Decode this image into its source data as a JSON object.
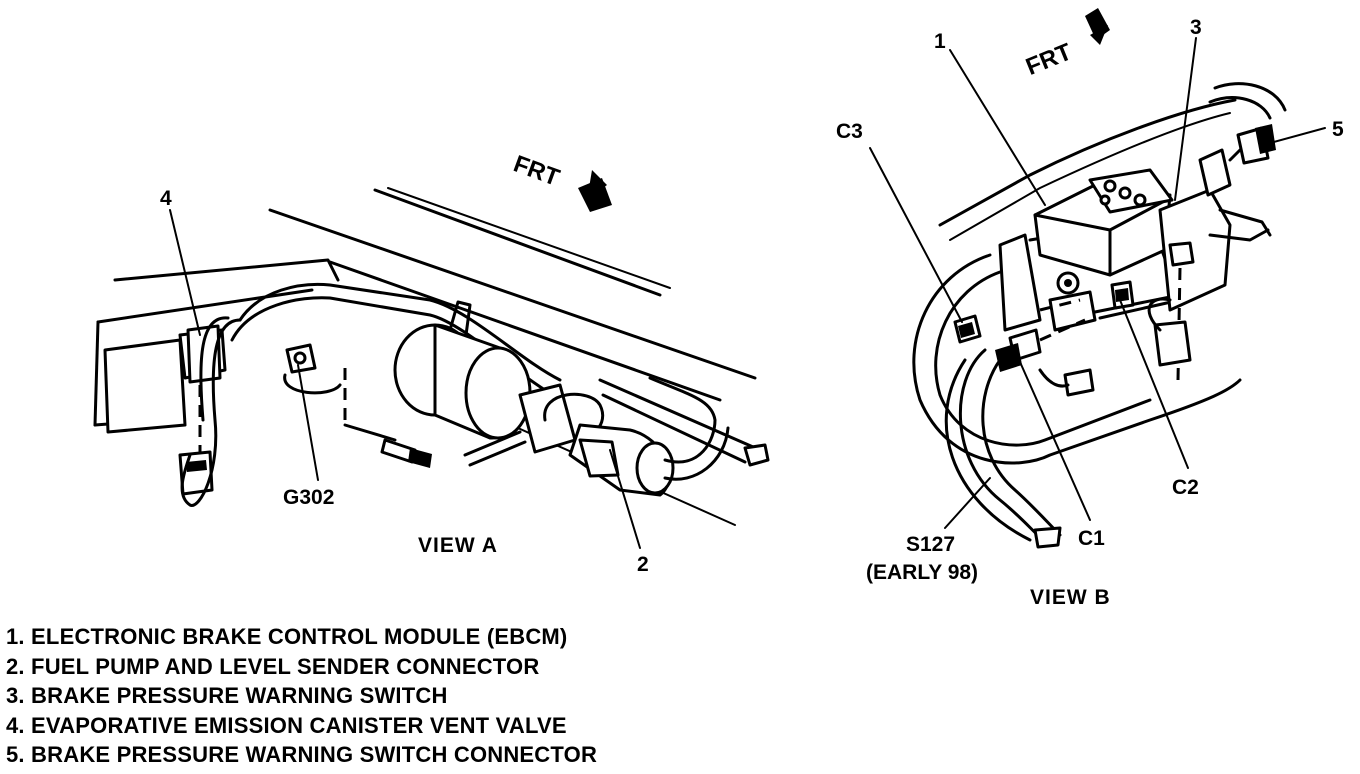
{
  "view_a": {
    "title": "VIEW  A",
    "frt": "FRT",
    "callouts": {
      "c4": "4",
      "c2": "2",
      "g302": "G302"
    }
  },
  "view_b": {
    "title": "VIEW  B",
    "frt": "FRT",
    "callouts": {
      "c1num": "1",
      "c3num": "3",
      "c5num": "5",
      "c3": "C3",
      "c2": "C2",
      "c1": "C1",
      "s127": "S127",
      "early98": "(EARLY 98)"
    }
  },
  "legend": [
    "1. ELECTRONIC BRAKE CONTROL MODULE (EBCM)",
    "2. FUEL PUMP AND LEVEL SENDER CONNECTOR",
    "3. BRAKE PRESSURE WARNING SWITCH",
    "4. EVAPORATIVE EMISSION CANISTER VENT VALVE",
    "5. BRAKE PRESSURE WARNING SWITCH CONNECTOR"
  ]
}
